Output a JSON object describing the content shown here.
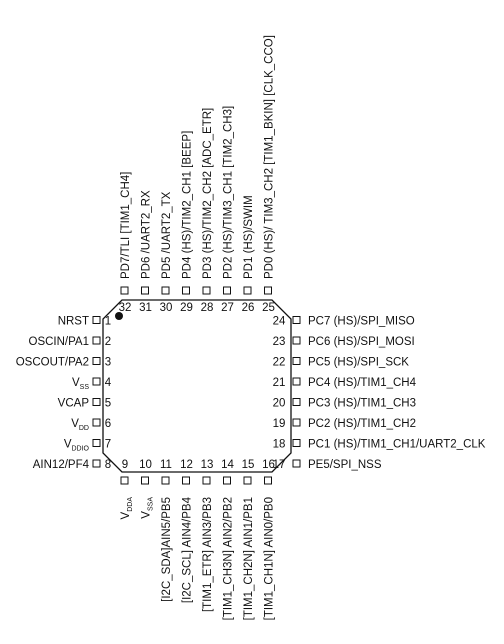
{
  "colors": {
    "ink": "#111111",
    "background": "#ffffff",
    "chip_fill": "#ffffff"
  },
  "pins": {
    "left": [
      {
        "num": "1",
        "name": "NRST"
      },
      {
        "num": "2",
        "name": "OSCIN/PA1"
      },
      {
        "num": "3",
        "name": "OSCOUT/PA2"
      },
      {
        "num": "4",
        "name": "V",
        "sub": "SS"
      },
      {
        "num": "5",
        "name": "VCAP"
      },
      {
        "num": "6",
        "name": "V",
        "sub": "DD"
      },
      {
        "num": "7",
        "name": "V",
        "sub": "DDIO"
      },
      {
        "num": "8",
        "name": "AIN12/PF4"
      }
    ],
    "bottom": [
      {
        "num": "9",
        "name": "V",
        "sub": "DDA"
      },
      {
        "num": "10",
        "name": "V",
        "sub": "SSA"
      },
      {
        "num": "11",
        "name": "[I2C_SDA]AIN5/PB5"
      },
      {
        "num": "12",
        "name": "[I2C_SCL] AIN4/PB4"
      },
      {
        "num": "13",
        "name": "[TIM1_ETR] AIN3/PB3"
      },
      {
        "num": "14",
        "name": "[TIM1_CH3N] AIN2/PB2"
      },
      {
        "num": "15",
        "name": "[TIM1_CH2N] AIN1/PB1"
      },
      {
        "num": "16",
        "name": "[TIM1_CH1N] AIN0/PB0"
      }
    ],
    "right": [
      {
        "num": "24",
        "name": "PC7 (HS)/SPI_MISO"
      },
      {
        "num": "23",
        "name": "PC6 (HS)/SPI_MOSI"
      },
      {
        "num": "22",
        "name": "PC5 (HS)/SPI_SCK"
      },
      {
        "num": "21",
        "name": "PC4 (HS)/TIM1_CH4"
      },
      {
        "num": "20",
        "name": "PC3 (HS)/TIM1_CH3"
      },
      {
        "num": "19",
        "name": "PC2 (HS)/TIM1_CH2"
      },
      {
        "num": "18",
        "name": "PC1 (HS)/TIM1_CH1/UART2_CLK"
      },
      {
        "num": "17",
        "name": "PE5/SPI_NSS"
      }
    ],
    "top": [
      {
        "num": "32",
        "name": "PD7/TLI [TIM1_CH4]"
      },
      {
        "num": "31",
        "name": "PD6 /UART2_RX"
      },
      {
        "num": "30",
        "name": "PD5 /UART2_TX"
      },
      {
        "num": "29",
        "name": "PD4 (HS)/TIM2_CH1 [BEEP]"
      },
      {
        "num": "28",
        "name": "PD3 (HS)/TIM2_CH2 [ADC_ETR]"
      },
      {
        "num": "27",
        "name": "PD2 (HS)/TIM3_CH1 [TIM2_CH3]"
      },
      {
        "num": "26",
        "name": "PD1 (HS)/SWIM"
      },
      {
        "num": "25",
        "name": "PD0 (HS)/ TIM3_CH2 [TIM1_BKIN] [CLK_CCO]"
      }
    ]
  }
}
